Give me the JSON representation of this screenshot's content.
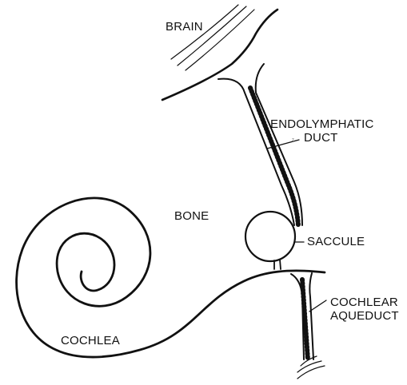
{
  "labels": {
    "brain": "BRAIN",
    "endolymphatic_duct_line1": "ENDOLYMPHATIC",
    "endolymphatic_duct_line2": "DUCT",
    "bone": "BONE",
    "saccule": "SACCULE",
    "cochlear_aqueduct_line1": "COCHLEAR",
    "cochlear_aqueduct_line2": "AQUEDUCT",
    "cochlea": "COCHLEA"
  },
  "colors": {
    "line": "#111111",
    "background": "#ffffff"
  }
}
